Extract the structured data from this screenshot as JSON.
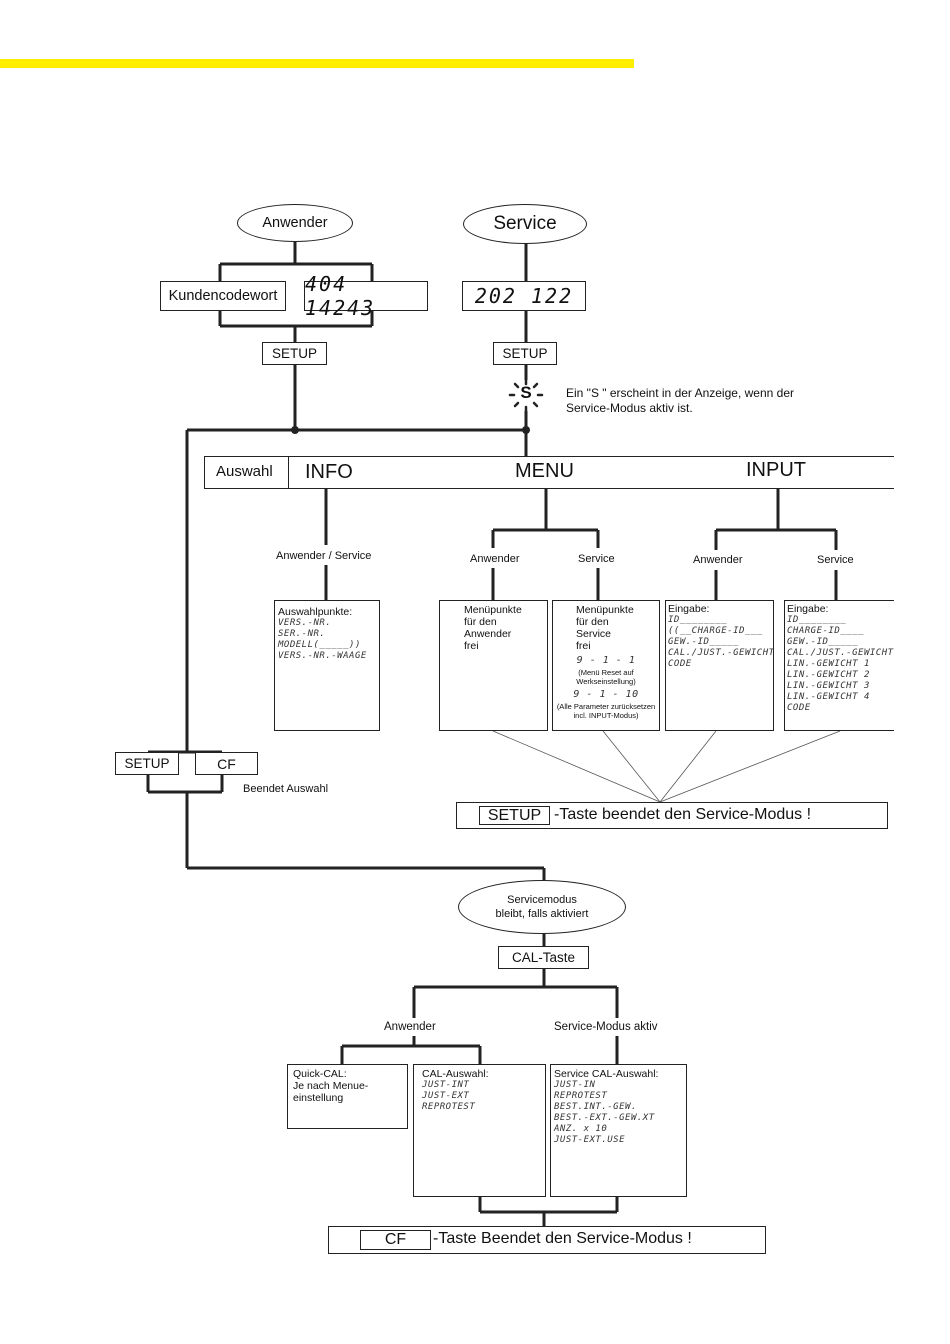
{
  "colors": {
    "accent_bar": "#ffee00",
    "line": "#222222"
  },
  "top": {
    "anwender": "Anwender",
    "service": "Service",
    "kundencodewort": "Kundencodewort",
    "code_anwender": "404 14243",
    "code_service": "202 122",
    "setup_left": "SETUP",
    "setup_right": "SETUP",
    "s_symbol": "S",
    "s_note_1": "Ein \"S \" erscheint in der Anzeige, wenn der",
    "s_note_2": "Service-Modus aktiv ist."
  },
  "selection": {
    "auswahl": "Auswahl",
    "info": "INFO",
    "menu": "MENU",
    "input": "INPUT"
  },
  "info": {
    "branch": "Anwender / Service",
    "title": "Auswahlpunkte:",
    "items": [
      "VERS.-NR.",
      "SER.-NR.",
      "MODELL(_____))",
      "VERS.-NR.-WAAGE"
    ]
  },
  "menu": {
    "branch_anwender": "Anwender",
    "branch_service": "Service",
    "anwender_text": [
      "Menüpunkte",
      "für den",
      "Anwender",
      "frei"
    ],
    "service_text": [
      "Menüpunkte",
      "für den",
      "Service",
      "frei"
    ],
    "code_1": "9 - 1 - 1",
    "note_1": [
      "(Menü Reset auf",
      "Werkseinstellung)"
    ],
    "code_2": "9 - 1 - 10",
    "note_2": [
      "(Alle Parameter zurücksetzen",
      "incl. INPUT-Modus)"
    ]
  },
  "input": {
    "branch_anwender": "Anwender",
    "branch_service": "Service",
    "anwender_title": "Eingabe:",
    "anwender_items": [
      "ID________",
      "((__CHARGE-ID___",
      "GEW.-ID_____",
      "CAL./JUST.-GEWICHT",
      "CODE"
    ],
    "service_title": "Eingabe:",
    "service_items": [
      "ID________",
      "CHARGE-ID____",
      "GEW.-ID_____",
      "CAL./JUST.-GEWICHT",
      "LIN.-GEWICHT 1",
      "LIN.-GEWICHT 2",
      "LIN.-GEWICHT 3",
      "LIN.-GEWICHT 4",
      "CODE"
    ]
  },
  "exit": {
    "setup": "SETUP",
    "cf": "CF",
    "beendet": "Beendet Auswahl",
    "setup_key": "SETUP",
    "setup_text": "-Taste  beendet den Service-Modus !"
  },
  "cal": {
    "servicemodus_1": "Servicemodus",
    "servicemodus_2": "bleibt, falls aktiviert",
    "cal_taste": "CAL-Taste",
    "branch_anwender": "Anwender",
    "branch_service": "Service-Modus aktiv",
    "quick_text": [
      "Quick-CAL:",
      "Je nach Menue-",
      "einstellung"
    ],
    "cal_title": "CAL-Auswahl:",
    "cal_items": [
      "JUST-INT",
      "JUST-EXT",
      "REPROTEST"
    ],
    "service_title": "Service CAL-Auswahl:",
    "service_items": [
      "JUST-IN",
      "REPROTEST",
      "BEST.INT.-GEW.",
      "BEST.-EXT.-GEW.XT",
      "ANZ. x 10",
      "JUST-EXT.USE"
    ],
    "cf_key": "CF",
    "cf_text": "-Taste  Beendet den Service-Modus !"
  }
}
